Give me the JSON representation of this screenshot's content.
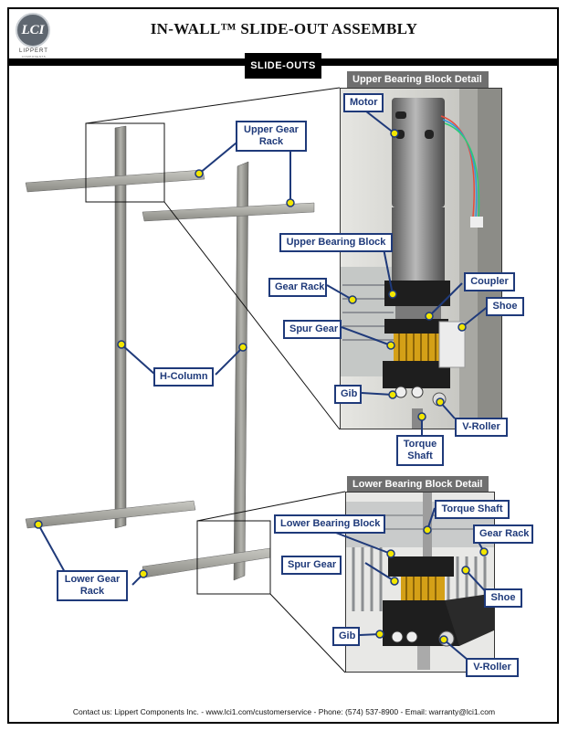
{
  "header": {
    "title": "IN-WALL™ SLIDE-OUT ASSEMBLY",
    "section_tab": "SLIDE-OUTS",
    "logo_text": "LCI",
    "logo_word": "LIPPERT",
    "logo_sub": "COMPONENTS"
  },
  "upper_detail": {
    "title": "Upper Bearing Block Detail",
    "labels": {
      "motor": "Motor",
      "upper_bearing_block": "Upper Bearing Block",
      "gear_rack": "Gear Rack",
      "coupler": "Coupler",
      "shoe": "Shoe",
      "spur_gear": "Spur Gear",
      "gib": "Gib",
      "v_roller": "V-Roller",
      "torque_shaft_line1": "Torque",
      "torque_shaft_line2": "Shaft"
    }
  },
  "lower_detail": {
    "title": "Lower Bearing Block Detail",
    "labels": {
      "torque_shaft": "Torque Shaft",
      "lower_bearing_block": "Lower Bearing Block",
      "gear_rack": "Gear Rack",
      "spur_gear": "Spur Gear",
      "shoe": "Shoe",
      "gib": "Gib",
      "v_roller": "V-Roller"
    }
  },
  "assembly": {
    "upper_gear_rack_line1": "Upper Gear",
    "upper_gear_rack_line2": "Rack",
    "h_column": "H-Column",
    "lower_gear_rack_line1": "Lower Gear",
    "lower_gear_rack_line2": "Rack"
  },
  "footer": {
    "contact": "Contact us: Lippert Components Inc. - www.lci1.com/customerservice - Phone: (574) 537-8900 - Email: warranty@lci1.com"
  },
  "colors": {
    "callout_border": "#1f3a7a",
    "leader_line": "#1f3a7a",
    "dot_fill": "#f2e600",
    "header_bar": "#6f6f6f"
  }
}
